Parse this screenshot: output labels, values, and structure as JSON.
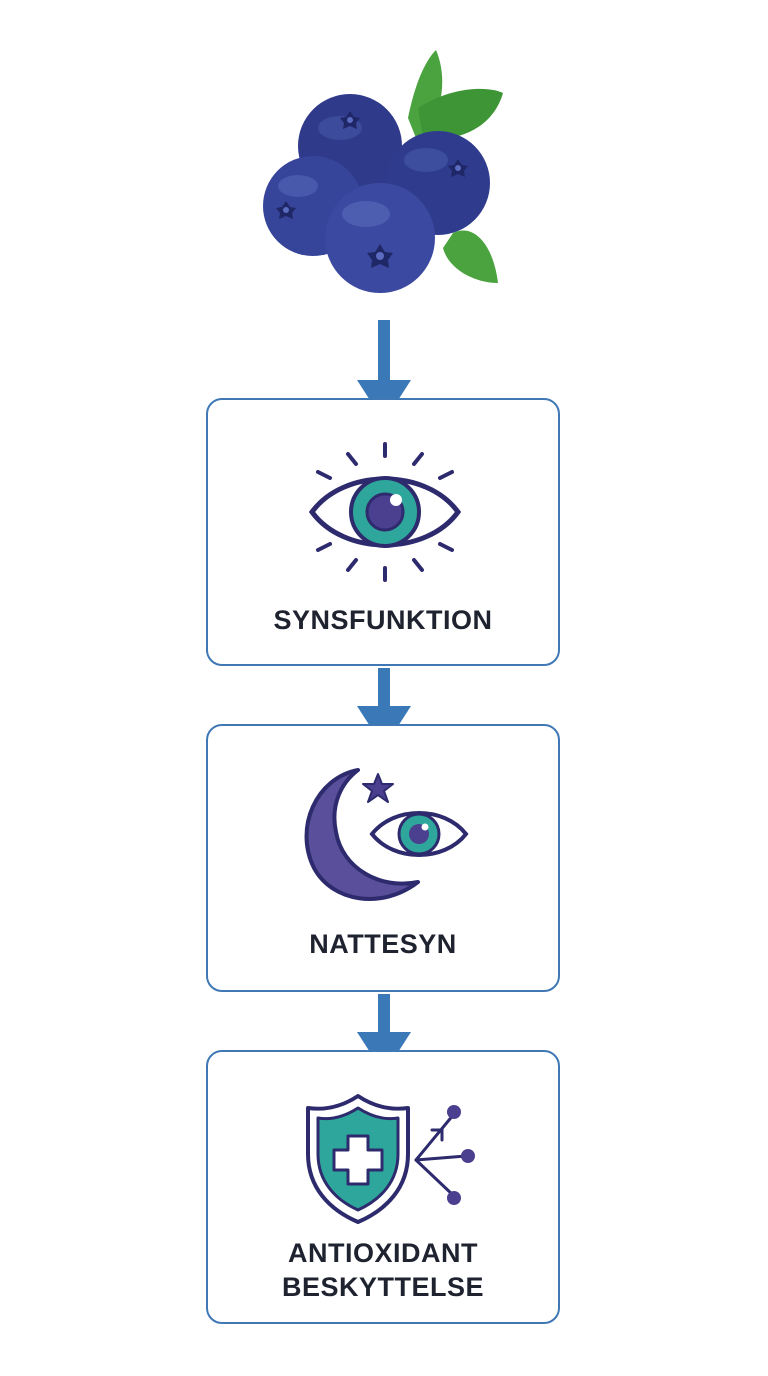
{
  "nodes": [
    {
      "id": "vision",
      "label": "SYNSFUNKTION",
      "icon": "eye-icon"
    },
    {
      "id": "night",
      "label": "NATTESYN",
      "icon": "moon-eye-icon"
    },
    {
      "id": "antioxidant",
      "label_lines": [
        "ANTIOXIDANT",
        "BESKYTTELSE"
      ],
      "icon": "shield-cross-icon"
    }
  ],
  "source_icon": "blueberries-icon",
  "colors": {
    "arrow": "#3a78b8",
    "border": "#3f78b5",
    "berry": "#333f8f",
    "leaf": "#4aa33f",
    "eye_outline": "#2d2b6e",
    "iris": "#2fa69b",
    "pupil": "#4b3f8f",
    "moon": "#5a4f9a",
    "shield": "#2fa69b"
  }
}
